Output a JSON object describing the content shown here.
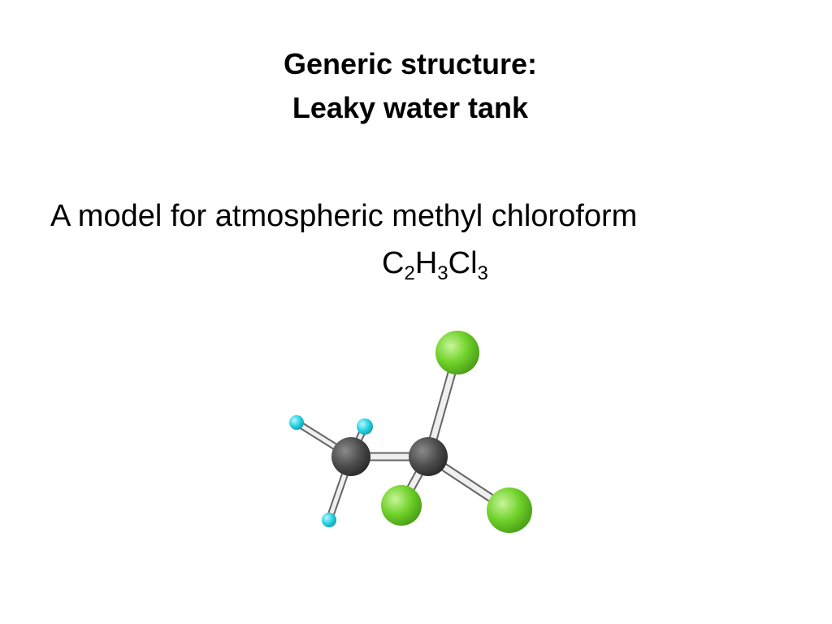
{
  "title": {
    "line1": "Generic structure:",
    "line2": "Leaky water tank"
  },
  "subtitle": "A model for atmospheric methyl chloroform",
  "formula": {
    "el1": "C",
    "n1": "2",
    "el2": "H",
    "n2": "3",
    "el3": "Cl",
    "n3": "3"
  },
  "colors": {
    "carbon": "#4a4a4a",
    "hydrogen": "#2ad4e6",
    "chlorine": "#6fd12a",
    "bond": "#e8e8e8"
  }
}
